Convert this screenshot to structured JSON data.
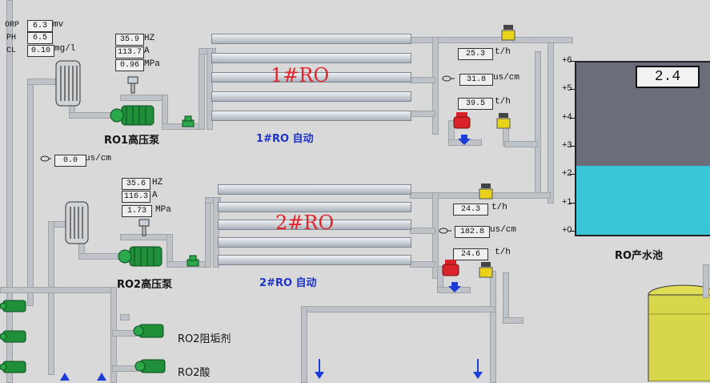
{
  "top_left": {
    "orp": {
      "label": "ORP",
      "value": "6.3",
      "unit": "mv"
    },
    "ph": {
      "label": "PH",
      "value": "6.5"
    },
    "cl": {
      "label": "CL",
      "value": "0.10",
      "unit": "mg/l"
    }
  },
  "inlet_conductivity": {
    "value": "0.0",
    "unit": "us/cm"
  },
  "ro1": {
    "hz": "35.9",
    "hz_unit": "HZ",
    "amp": "113.7",
    "amp_unit": "A",
    "mpa": "0.96",
    "mpa_unit": "MPa",
    "pump_label": "RO1高压泵",
    "title": "1#RO",
    "status": "1#RO 自动",
    "flow1": "25.3",
    "flow1_unit": "t/h",
    "cond": "31.8",
    "cond_unit": "us/cm",
    "flow2": "39.5",
    "flow2_unit": "t/h"
  },
  "ro2": {
    "hz": "35.6",
    "hz_unit": "HZ",
    "amp": "116.3",
    "amp_unit": "A",
    "mpa": "1.73",
    "mpa_unit": "MPa",
    "pump_label": "RO2高压泵",
    "title": "2#RO",
    "status": "2#RO 自动",
    "flow1": "24.3",
    "flow1_unit": "t/h",
    "cond": "182.8",
    "cond_unit": "us/cm",
    "flow2": "24.6",
    "flow2_unit": "t/h"
  },
  "tank": {
    "level": "2.4",
    "label": "RO产水池",
    "scale": [
      "+6",
      "+5",
      "+4",
      "+3",
      "+2",
      "+1",
      "+0"
    ],
    "fill_fraction": 0.4
  },
  "dosing": {
    "antiscalant": "RO2阻垢剂",
    "acid": "RO2酸"
  },
  "colors": {
    "pump": "#1f8f3a",
    "valve_red": "#d8232a",
    "valve_yellow": "#e8d21a",
    "ro_text": "#e0262c",
    "status_text": "#1c32c8",
    "tank_water": "#3ac6d7",
    "arrow": "#1c3cd8"
  }
}
